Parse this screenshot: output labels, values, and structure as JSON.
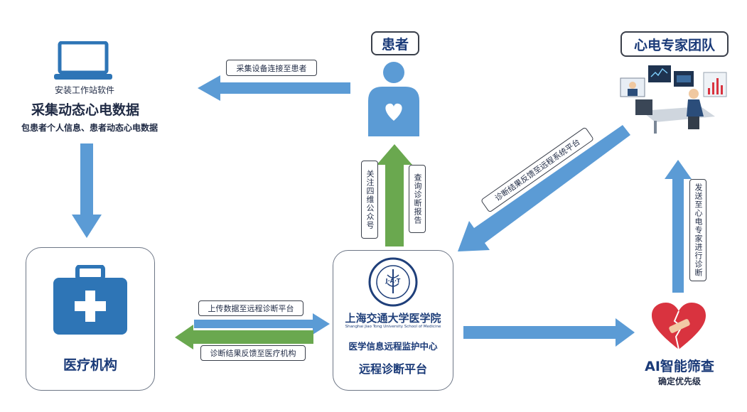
{
  "patient": {
    "title": "患者"
  },
  "expert": {
    "title": "心电专家团队"
  },
  "workstation": {
    "line1": "安装工作站软件",
    "line2": "采集动态心电数据",
    "line3": "包患者个人信息、患者动态心电数据"
  },
  "hospital": {
    "label": "医疗机构"
  },
  "center": {
    "school_cn": "上海交通大学医学院",
    "school_en": "Shanghai Jiao Tong University School of Medicine",
    "seal_text": "J·A·T",
    "line1": "医学信息远程监护中心",
    "line2": "远程诊断平台"
  },
  "ai": {
    "title": "AI智能筛查",
    "subtitle": "确定优先级"
  },
  "labels": {
    "connect": "采集设备连接至患者",
    "follow": "关注四维公众号",
    "query": "查询诊断报告",
    "upload": "上传数据至远程诊断平台",
    "feedback_hospital": "诊断结果反馈至医疗机构",
    "feedback_platform": "诊断结果反馈至远程系统平台",
    "send_expert": "发送至心电专家进行诊断"
  },
  "colors": {
    "arrow_blue": "#5b9bd5",
    "arrow_green": "#6aa84f",
    "title_blue": "#1a3a78",
    "heart_red": "#d9333f"
  }
}
